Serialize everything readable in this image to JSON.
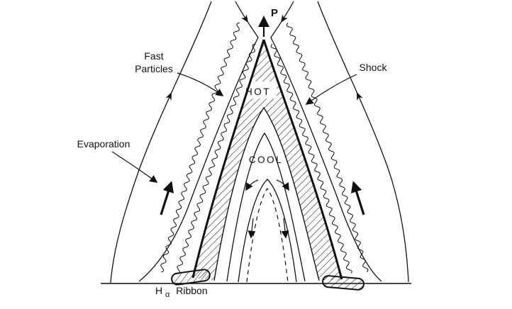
{
  "figure": {
    "colors": {
      "ink": "#111111",
      "background": "#ffffff"
    },
    "labels": {
      "apex": "P",
      "fast": "Fast",
      "particles": "Particles",
      "shock": "Shock",
      "evaporation": "Evaporation",
      "hot": "HOT",
      "cool": "COOL",
      "ribbon_h": "H",
      "ribbon_alpha": "α",
      "ribbon_word": "Ribbon"
    }
  }
}
